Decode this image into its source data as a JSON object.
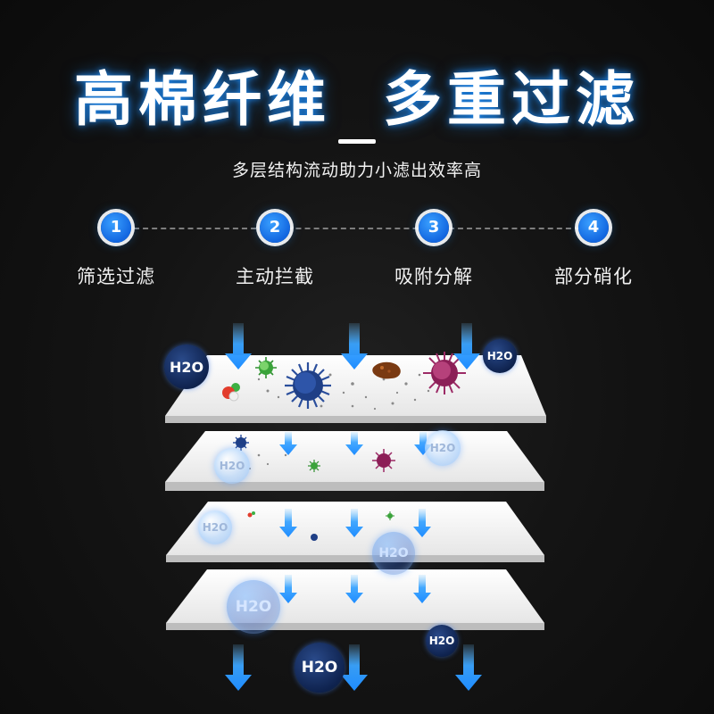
{
  "header": {
    "title": "高棉纤维  多重过滤",
    "subtitle": "多层结构流动助力小滤出效率高"
  },
  "steps": [
    {
      "number": "1",
      "label": "筛选过滤"
    },
    {
      "number": "2",
      "label": "主动拦截"
    },
    {
      "number": "3",
      "label": "吸附分解"
    },
    {
      "number": "4",
      "label": "部分硝化"
    }
  ],
  "illustration": {
    "water_label": "H2O",
    "colors": {
      "arrow": "#1e90ff",
      "filter_layer": "#f4f4f4",
      "accent_glow": "#1e90ff"
    }
  }
}
